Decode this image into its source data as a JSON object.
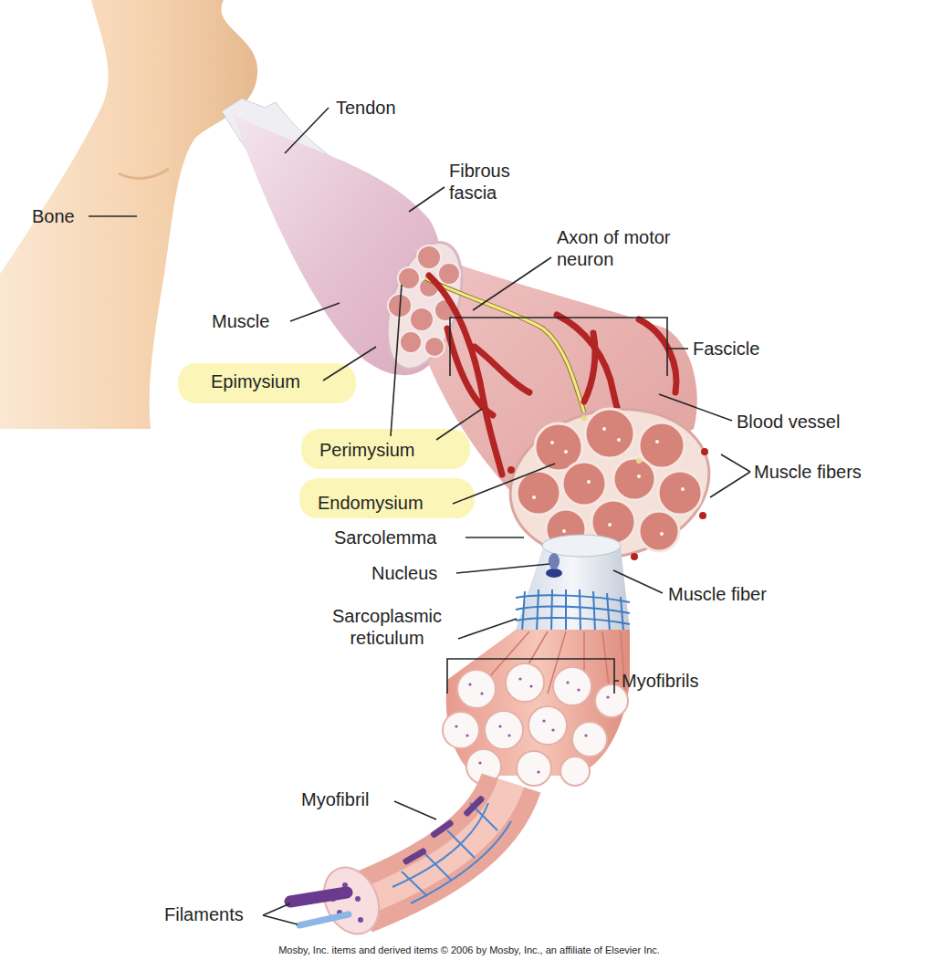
{
  "diagram": {
    "labels": [
      "Tendon",
      "Fibrous fascia",
      "Bone",
      "Axon of motor neuron",
      "Muscle",
      "Fascicle",
      "Epimysium",
      "Blood vessel",
      "Perimysium",
      "Muscle fibers",
      "Endomysium",
      "Sarcolemma",
      "Nucleus",
      "Muscle fiber",
      "Sarcoplasmic reticulum",
      "Myofibrils",
      "Myofibril",
      "Filaments",
      "Mosby, Inc. items and derived items © 2006 by Mosby, Inc., an affiliate of Elsevier Inc."
    ]
  }
}
